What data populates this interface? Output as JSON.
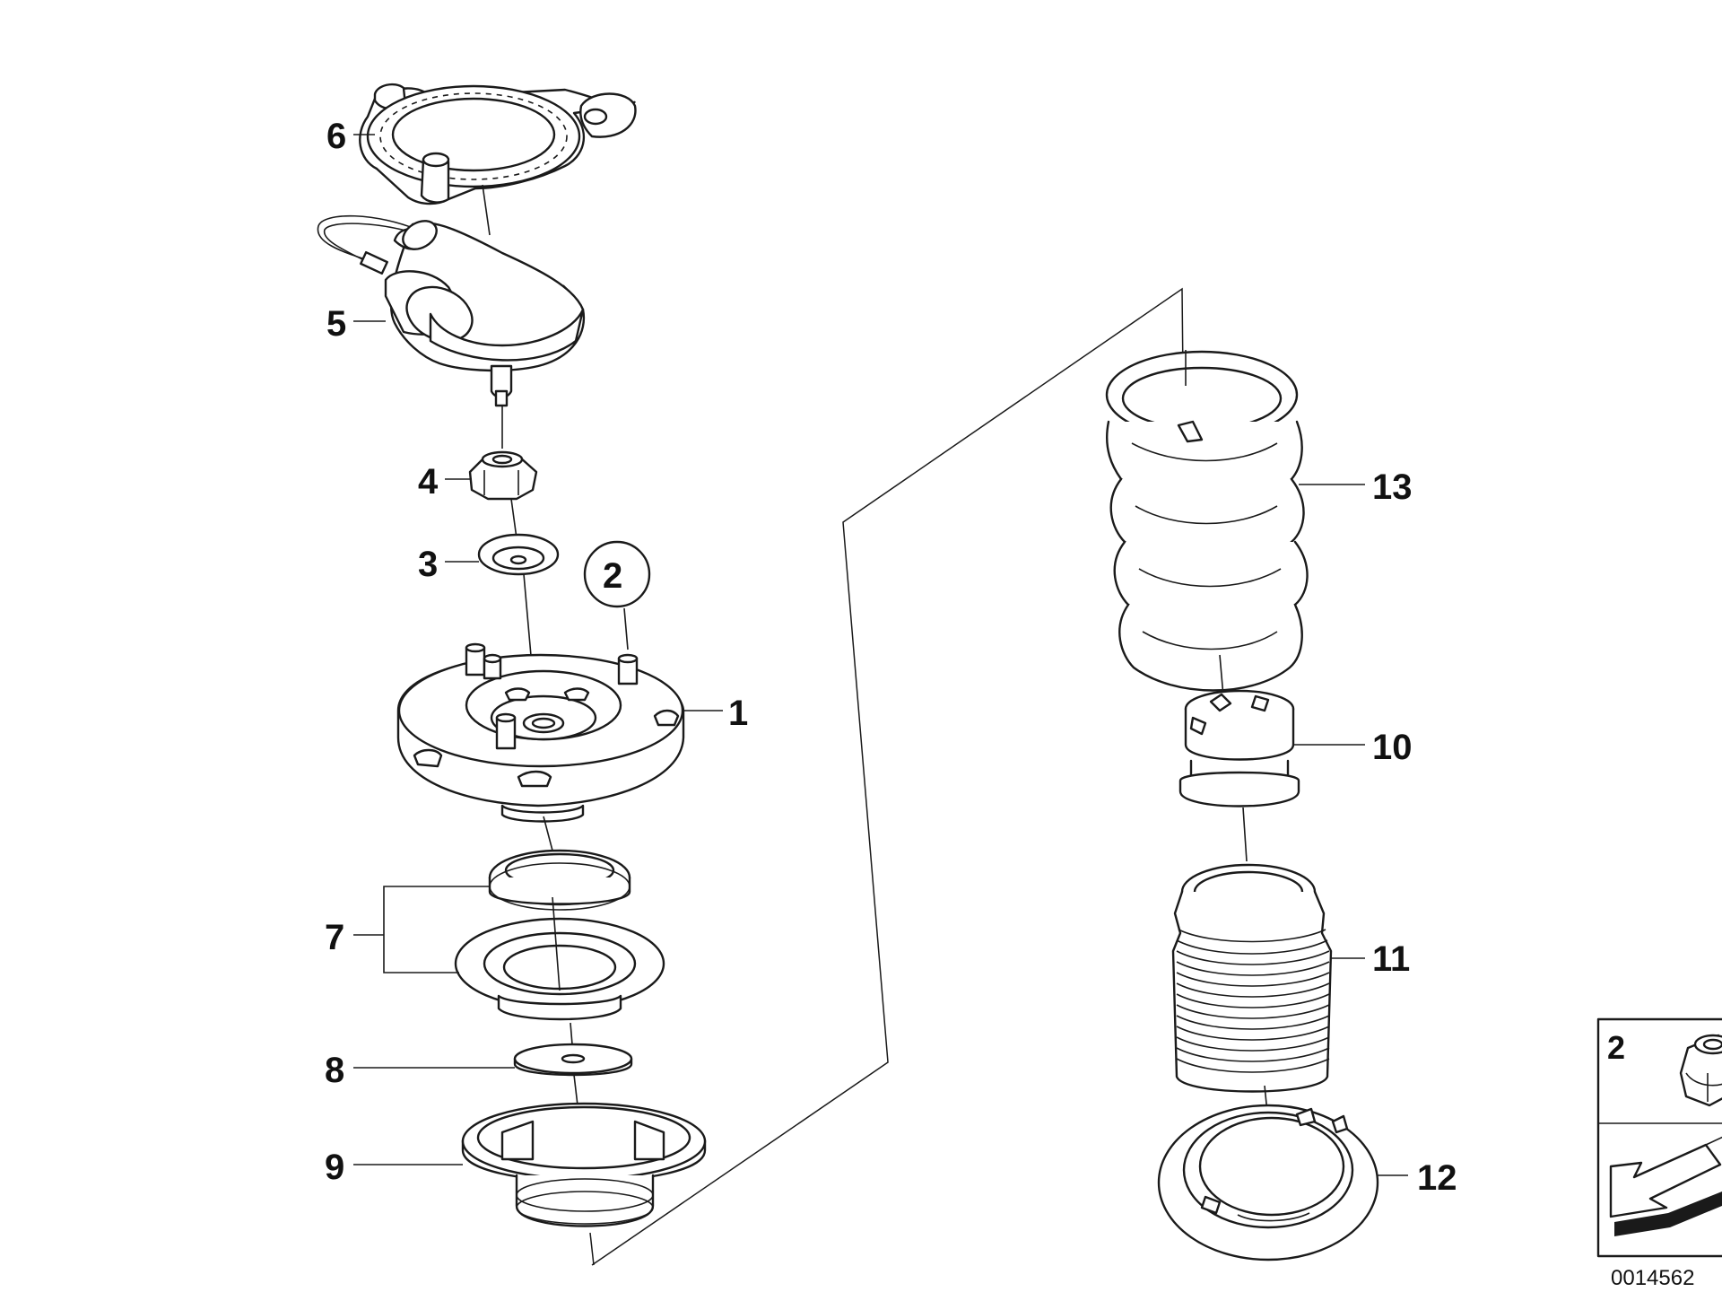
{
  "callouts": {
    "c1": "1",
    "c2_circled": "2",
    "c3": "3",
    "c4": "4",
    "c5": "5",
    "c6": "6",
    "c7": "7",
    "c8": "8",
    "c9": "9",
    "c10": "10",
    "c11": "11",
    "c12": "12",
    "c13": "13"
  },
  "inset": {
    "number": "2",
    "nut_icon": "hex-nut-icon",
    "arrow_icon": "view-direction-arrow-icon"
  },
  "image_code": "0014562"
}
